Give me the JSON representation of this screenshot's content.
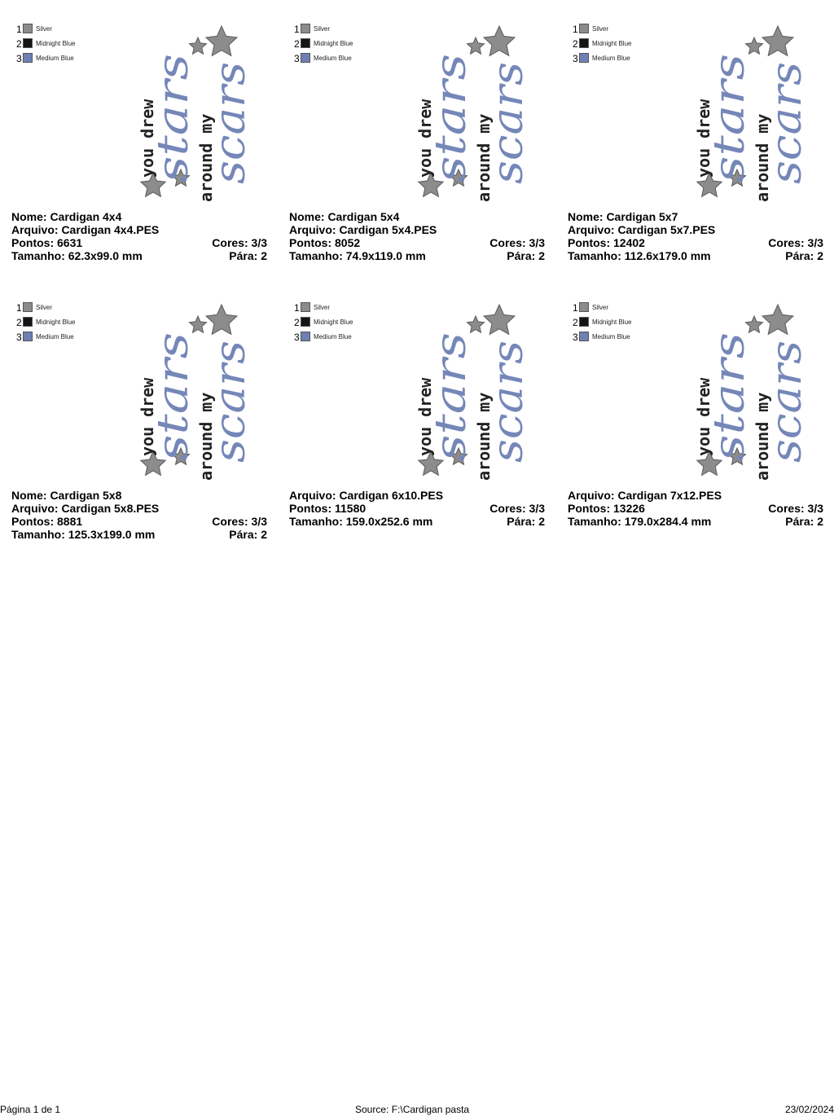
{
  "thread_colors": [
    {
      "num": "1",
      "name": "Silver",
      "hex": "#8c8c8c"
    },
    {
      "num": "2",
      "name": "Midnight Blue",
      "hex": "#141414"
    },
    {
      "num": "3",
      "name": "Medium Blue",
      "hex": "#6e80b4"
    }
  ],
  "artwork": {
    "line1": "you drew",
    "line2": "stars",
    "line3": "around my",
    "line4": "scars",
    "text_color": "#222222",
    "script_color": "#7587b8",
    "star_color": "#8c8c8c"
  },
  "cards": [
    {
      "nome": "Nome: Cardigan 4x4",
      "arquivo": "Arquivo: Cardigan 4x4.PES",
      "pontos": "Pontos: 6631",
      "cores": "Cores: 3/3",
      "tamanho": "Tamanho: 62.3x99.0 mm",
      "para": "Pára: 2"
    },
    {
      "nome": "Nome: Cardigan 5x4",
      "arquivo": "Arquivo: Cardigan 5x4.PES",
      "pontos": "Pontos: 8052",
      "cores": "Cores: 3/3",
      "tamanho": "Tamanho: 74.9x119.0 mm",
      "para": "Pára: 2"
    },
    {
      "nome": "Nome: Cardigan 5x7",
      "arquivo": "Arquivo: Cardigan 5x7.PES",
      "pontos": "Pontos: 12402",
      "cores": "Cores: 3/3",
      "tamanho": "Tamanho: 112.6x179.0 mm",
      "para": "Pára: 2"
    },
    {
      "nome": "Nome: Cardigan 5x8",
      "arquivo": "Arquivo: Cardigan 5x8.PES",
      "pontos": "Pontos: 8881",
      "cores": "Cores: 3/3",
      "tamanho": "Tamanho: 125.3x199.0 mm",
      "para": "Pára: 2"
    },
    {
      "arquivo": "Arquivo: Cardigan 6x10.PES",
      "pontos": "Pontos: 11580",
      "cores": "Cores: 3/3",
      "tamanho": "Tamanho: 159.0x252.6 mm",
      "para": "Pára: 2"
    },
    {
      "arquivo": "Arquivo: Cardigan 7x12.PES",
      "pontos": "Pontos: 13226",
      "cores": "Cores: 3/3",
      "tamanho": "Tamanho: 179.0x284.4 mm",
      "para": "Pára: 2"
    }
  ],
  "footer": {
    "page": "Página 1 de 1",
    "source": "Source: F:\\Cardigan pasta",
    "date": "23/02/2024"
  }
}
